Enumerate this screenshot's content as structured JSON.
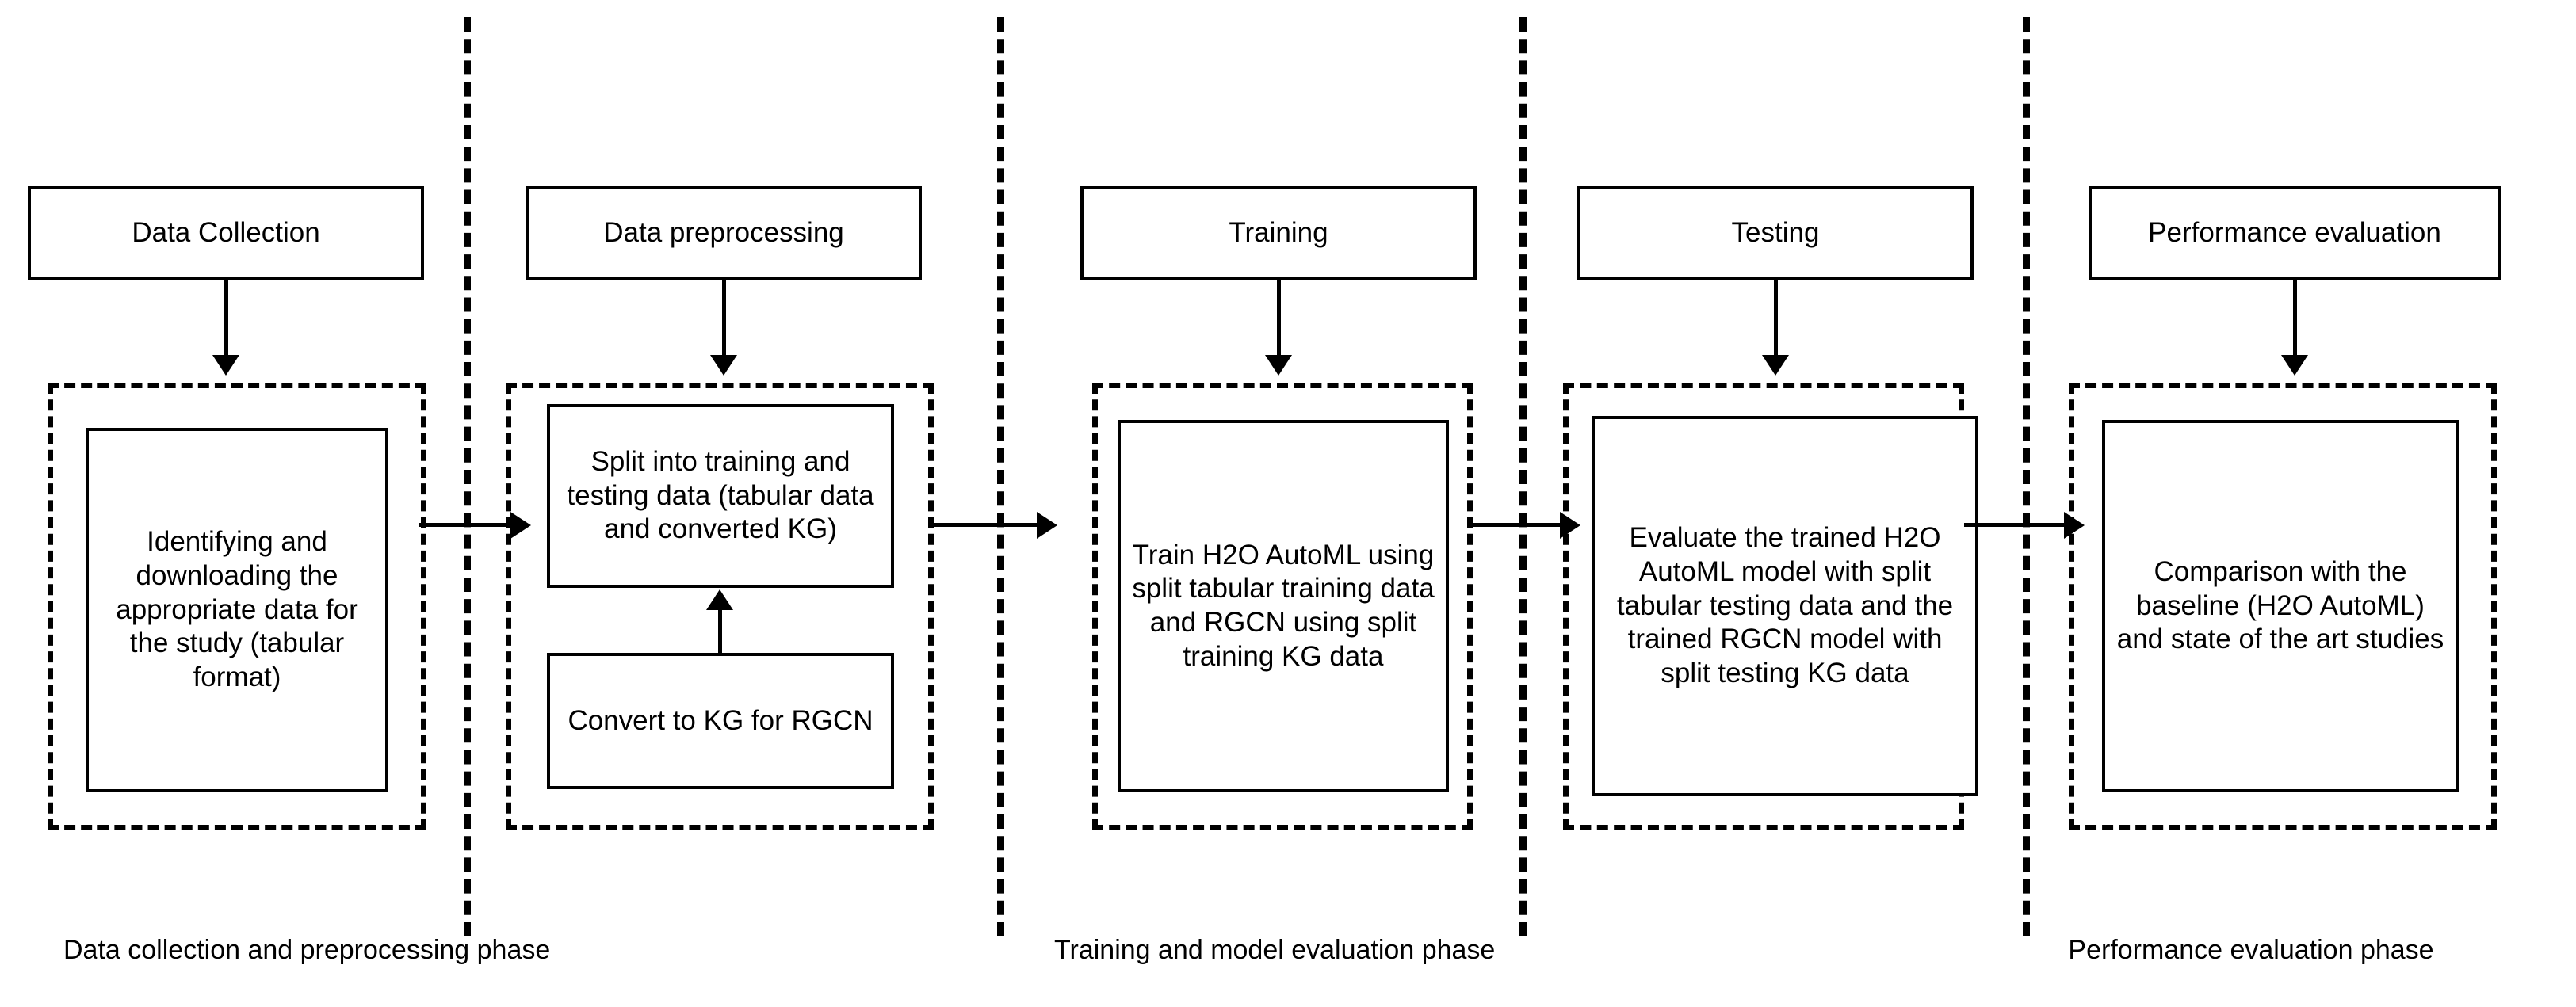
{
  "diagram": {
    "title": "Research methodology flowchart",
    "line_color": "#000000",
    "background_color": "#ffffff"
  },
  "phases": [
    {
      "id": "data-collection",
      "header": "Data Collection",
      "steps": [
        "Identifying and downloading the appropriate data for the study (tabular format)"
      ]
    },
    {
      "id": "data-preprocessing",
      "header": "Data preprocessing",
      "steps": [
        "Split into training and testing data (tabular data and converted KG)",
        "Convert to KG for RGCN"
      ]
    },
    {
      "id": "training",
      "header": "Training",
      "steps": [
        "Train H2O AutoML using split tabular training data and RGCN using split training KG data"
      ]
    },
    {
      "id": "testing",
      "header": "Testing",
      "steps": [
        "Evaluate the trained H2O AutoML model with split tabular testing data and the trained RGCN model with split testing KG data"
      ]
    },
    {
      "id": "performance-evaluation",
      "header": "Performance evaluation",
      "steps": [
        "Comparison with the baseline (H2O AutoML) and state of the art studies"
      ]
    }
  ],
  "phase_captions": [
    "Data collection and preprocessing phase",
    "Training and model evaluation phase",
    "Performance evaluation phase"
  ]
}
